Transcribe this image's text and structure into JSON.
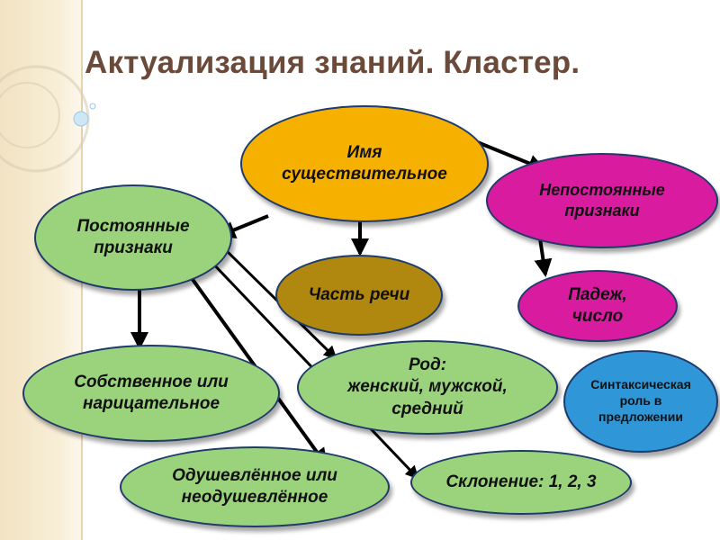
{
  "title": "Актуализация знаний. Кластер.",
  "colors": {
    "orange": "#f5b000",
    "magenta": "#d91b9f",
    "green": "#9bd37c",
    "olive": "#b0880f",
    "blue": "#2f96d8",
    "arrow": "#000000",
    "border": "#1f3b6b",
    "title": "#6b4a3a"
  },
  "nodes": {
    "noun": "Имя\nсуществительное",
    "non_constant": "Непостоянные\nпризнаки",
    "constant": "Постоянные\nпризнаки",
    "part_of_speech": "Часть речи",
    "case_number": "Падеж,\nчисло",
    "proper_common": "Собственное или\nнарицательное",
    "gender": "Род:\nженский, мужской,\nсредний",
    "syntax_role": "Синтаксическая\nроль в\nпредложении",
    "animate": "Одушевлённое или\nнеодушевлённое",
    "declension": "Склонение: 1, 2, 3"
  },
  "edges": [
    {
      "from": "noun",
      "to": "non_constant"
    },
    {
      "from": "noun",
      "to": "constant"
    },
    {
      "from": "noun",
      "to": "part_of_speech"
    },
    {
      "from": "non_constant",
      "to": "case_number"
    },
    {
      "from": "constant",
      "to": "proper_common"
    },
    {
      "from": "constant",
      "to": "gender"
    },
    {
      "from": "constant",
      "to": "animate"
    },
    {
      "from": "constant",
      "to": "declension"
    }
  ]
}
